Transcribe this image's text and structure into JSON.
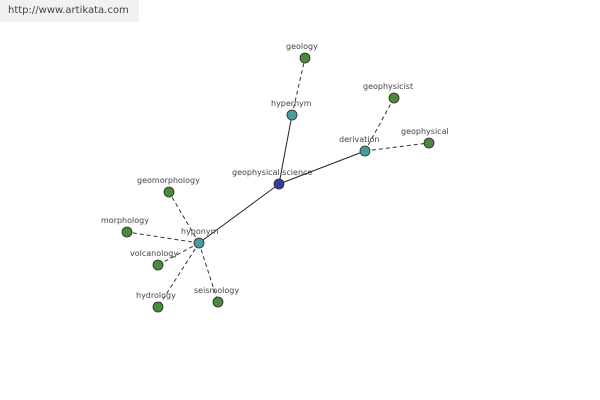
{
  "site": {
    "url_text": "http://www.artikata.com"
  },
  "colors": {
    "center_node": "#3a3aa0",
    "relation_node": "#4a9aa0",
    "word_node": "#4a8a3a",
    "node_stroke": "#2a2a2a",
    "solid_edge": "#222222",
    "dashed_edge": "#333333"
  },
  "graph": {
    "center": {
      "id": "center",
      "label": "geophysical science",
      "kind": "center"
    },
    "relations": [
      {
        "id": "hypernym",
        "label": "hypernym",
        "kind": "relation"
      },
      {
        "id": "derivation",
        "label": "derivation",
        "kind": "relation"
      },
      {
        "id": "hyponym",
        "label": "hyponym",
        "kind": "relation"
      }
    ],
    "words": [
      {
        "id": "geology",
        "label": "geology",
        "relation": "hypernym"
      },
      {
        "id": "geophysicist",
        "label": "geophysicist",
        "relation": "derivation"
      },
      {
        "id": "geophysical",
        "label": "geophysical",
        "relation": "derivation"
      },
      {
        "id": "geomorphology",
        "label": "geomorphology",
        "relation": "hyponym"
      },
      {
        "id": "morphology",
        "label": "morphology",
        "relation": "hyponym"
      },
      {
        "id": "volcanology",
        "label": "volcanology",
        "relation": "hyponym"
      },
      {
        "id": "hydrology",
        "label": "hydrology",
        "relation": "hyponym"
      },
      {
        "id": "seismology",
        "label": "seismology",
        "relation": "hyponym"
      }
    ]
  }
}
